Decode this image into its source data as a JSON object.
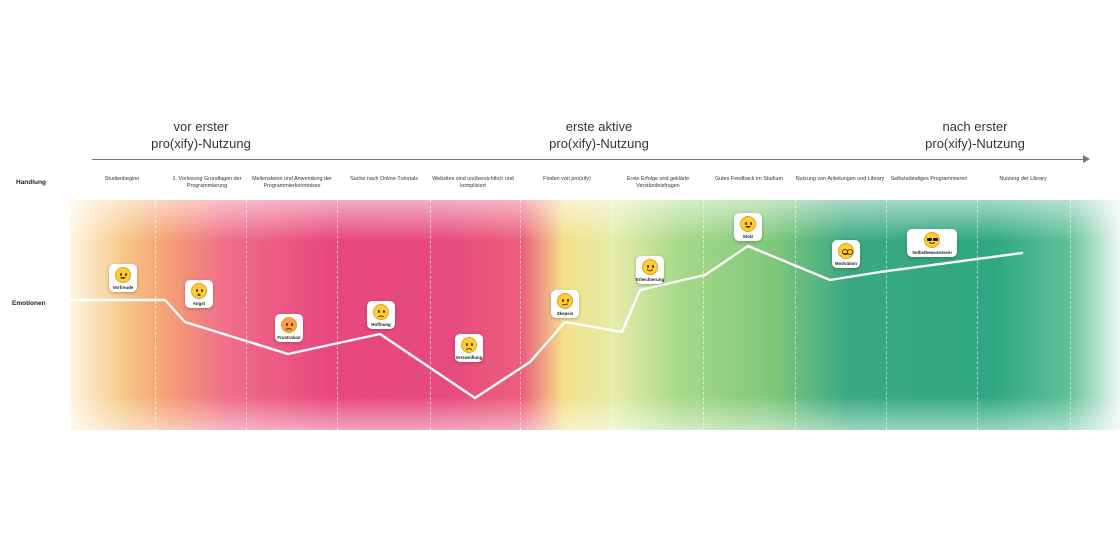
{
  "phases": [
    {
      "line1": "vor erster",
      "line2": "pro(xify)-Nutzung"
    },
    {
      "line1": "erste aktive",
      "line2": "pro(xify)-Nutzung"
    },
    {
      "line1": "nach erster",
      "line2": "pro(xify)-Nutzung"
    }
  ],
  "rows": {
    "handlung": "Handlung",
    "emotionen": "Emotionen"
  },
  "actions": [
    "Studienbeginn",
    "1. Vorlesung Grundlagen der Programmierung",
    "Meilensteine und Anwendung der Programmierkenntnisse",
    "Suche nach Online-Tutorials",
    "Websites sind unübersichtlich und kompliziert",
    "Finden von pro(xify)",
    "Erste Erfolge und geklärte Verständnisfragen",
    "Gutes Feedback im Studium",
    "Nutzung von Anleitungen und Library",
    "Selbstständiges Programmieren",
    "Nutzung der Library"
  ],
  "emotions": [
    {
      "label": "Vorfreude",
      "icon": "grinning-face-icon"
    },
    {
      "label": "Angst",
      "icon": "fearful-face-icon"
    },
    {
      "label": "Frustration",
      "icon": "angry-face-icon"
    },
    {
      "label": "Hoffnung",
      "icon": "sweat-smile-face-icon"
    },
    {
      "label": "Verzweiflung",
      "icon": "persevering-face-icon"
    },
    {
      "label": "Skepsis",
      "icon": "monocle-face-icon"
    },
    {
      "label": "Erleichterung",
      "icon": "relieved-face-icon"
    },
    {
      "label": "Stolz",
      "icon": "party-face-icon"
    },
    {
      "label": "Motivation",
      "icon": "nerd-face-icon"
    },
    {
      "label": "Selbstbewusstsein",
      "icon": "sunglasses-face-icon"
    }
  ],
  "colors": {
    "orange": "#f4b06a",
    "pink": "#e8467f",
    "yellow": "#f3e08a",
    "green": "#8ccc7a",
    "teal": "#2ea882",
    "line": "#ffffff"
  }
}
